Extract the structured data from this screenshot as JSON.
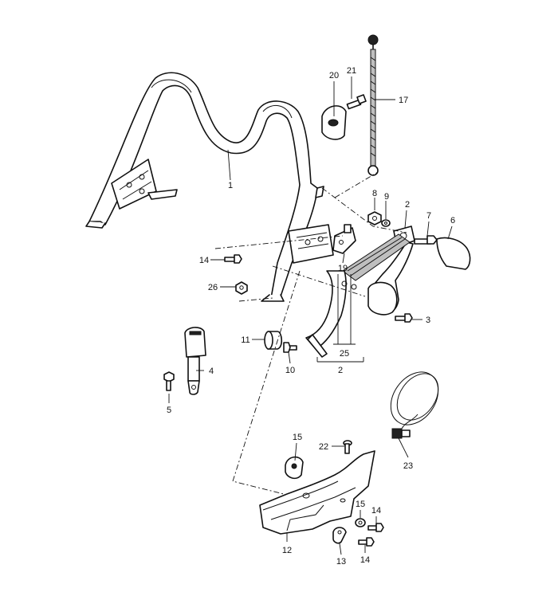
{
  "callouts": {
    "c1": "1",
    "c2a": "2",
    "c2b": "2",
    "c3": "3",
    "c4": "4",
    "c5": "5",
    "c6": "6",
    "c7": "7",
    "c8": "8",
    "c9": "9",
    "c10": "10",
    "c11": "11",
    "c12": "12",
    "c13": "13",
    "c14a": "14",
    "c14b": "14",
    "c14c": "14",
    "c15a": "15",
    "c15b": "15",
    "c17": "17",
    "c19": "19",
    "c20": "20",
    "c21": "21",
    "c22": "22",
    "c23": "23",
    "c25": "25",
    "c26": "26"
  }
}
